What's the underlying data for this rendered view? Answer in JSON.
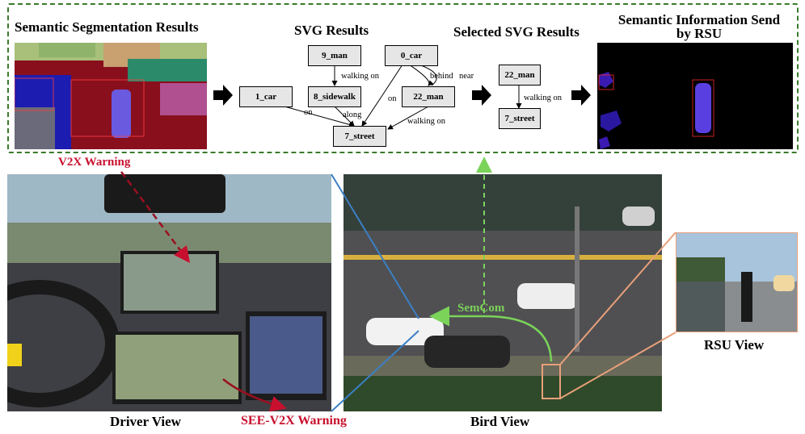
{
  "titles": {
    "semantic_segmentation": "Semantic Segmentation Results",
    "svg_results": "SVG Results",
    "selected_svg": "Selected SVG Results",
    "semantic_info_line1": "Semantic Information Send",
    "semantic_info_line2": "by RSU"
  },
  "svg_graph": {
    "nodes": {
      "man9": "9_man",
      "car0": "0_car",
      "car1": "1_car",
      "sidewalk8": "8_sidewalk",
      "man22": "22_man",
      "street7": "7_street"
    },
    "edges": {
      "walking_on_1": "walking on",
      "behind": "behind",
      "near": "near",
      "on_1": "on",
      "on_2": "on",
      "along": "along",
      "walking_on_2": "walking on"
    }
  },
  "selected_graph": {
    "nodes": {
      "man22": "22_man",
      "street7": "7_street"
    },
    "edge": "walking on"
  },
  "labels": {
    "v2x_warning": "V2X Warning",
    "see_v2x_warning": "SEE-V2X Warning",
    "semcom": "SemCom",
    "driver_view": "Driver View",
    "bird_view": "Bird View",
    "rsu_view": "RSU View"
  },
  "colors": {
    "dashed_border": "#3a7a2a",
    "warning_red": "#c8102e",
    "semcom_green": "#7bd35a",
    "driver_link_blue": "#3b7fc4",
    "rsu_link_orange": "#e8a07a"
  }
}
